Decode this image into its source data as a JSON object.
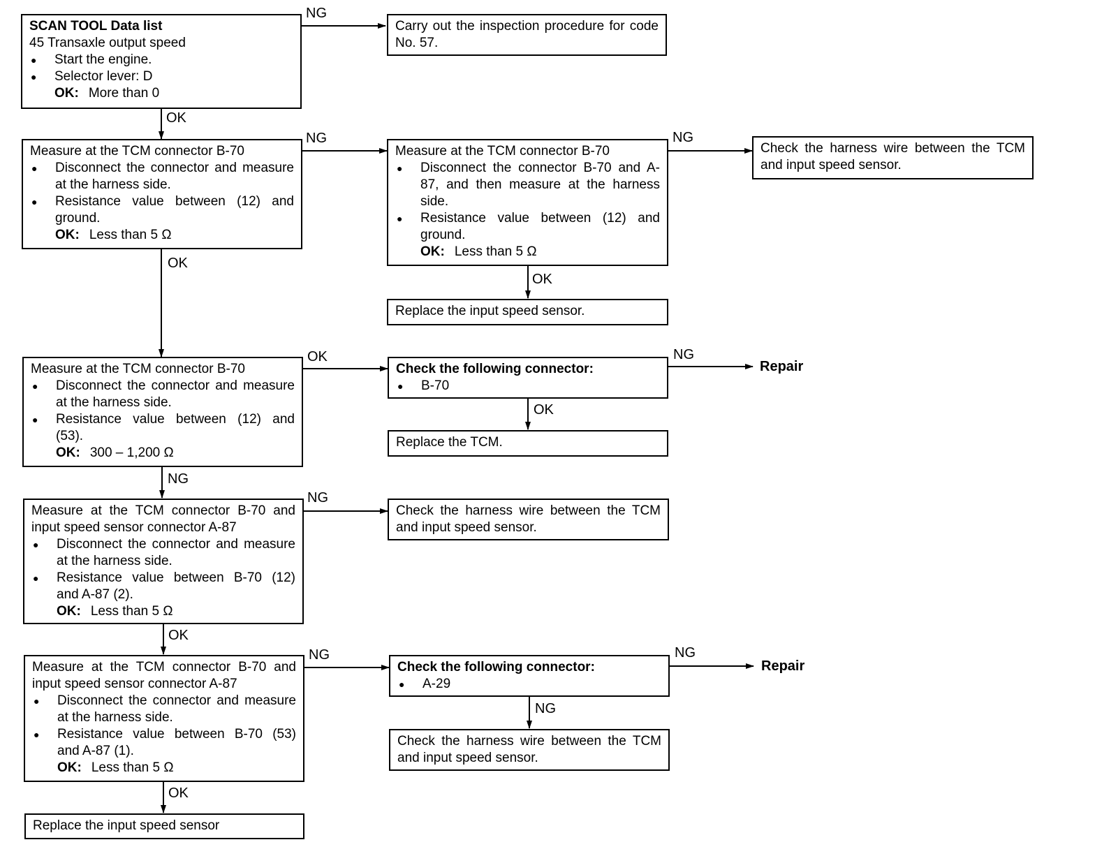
{
  "labels": {
    "ok": "OK",
    "ng": "NG",
    "ok_prefix": "OK:"
  },
  "repair": "Repair",
  "b1": {
    "title": "SCAN TOOL Data list",
    "line": "45 Transaxle output speed",
    "bullets": [
      "Start the engine.",
      "Selector lever: D"
    ],
    "ok": "More than 0"
  },
  "r1": {
    "text": "Carry out the inspection procedure for code No. 57."
  },
  "b2": {
    "title": "Measure at the TCM connector B-70",
    "bullets": [
      "Disconnect the connector and measure at the harness side.",
      "Resistance value between (12) and ground."
    ],
    "ok": "Less than 5 Ω"
  },
  "r2": {
    "title": "Measure at the TCM connector B-70",
    "bullets": [
      "Disconnect the connector B-70 and A-87, and then measure at the harness side.",
      "Resistance value between (12) and ground."
    ],
    "ok": "Less than 5 Ω"
  },
  "r2b": {
    "text": "Check the harness wire between the TCM and input speed sensor."
  },
  "r2c": {
    "text": "Replace the input speed sensor."
  },
  "b3": {
    "title": "Measure at the TCM connector B-70",
    "bullets": [
      "Disconnect the connector and measure at the harness side.",
      "Resistance value between (12) and (53)."
    ],
    "ok": "300 – 1,200 Ω"
  },
  "r3": {
    "title": "Check the following connector:",
    "bullets": [
      "B-70"
    ]
  },
  "r3c": {
    "text": "Replace the TCM."
  },
  "b4": {
    "title": "Measure at the TCM connector B-70 and input speed sensor connector A-87",
    "bullets": [
      "Disconnect the connector and measure at the harness side.",
      "Resistance value between B-70 (12) and A-87 (2)."
    ],
    "ok": "Less than 5 Ω"
  },
  "r4": {
    "text": "Check the harness wire between the TCM and input speed sensor."
  },
  "b5": {
    "title": "Measure at the TCM connector B-70 and input speed sensor connector A-87",
    "bullets": [
      "Disconnect the connector and measure at the harness side.",
      "Resistance value between B-70 (53) and A-87 (1)."
    ],
    "ok": "Less than 5 Ω"
  },
  "r5": {
    "title": "Check the following connector:",
    "bullets": [
      "A-29"
    ]
  },
  "r5c": {
    "text": "Check the harness wire between the TCM and input speed sensor."
  },
  "b6": {
    "text": "Replace the input speed sensor"
  }
}
